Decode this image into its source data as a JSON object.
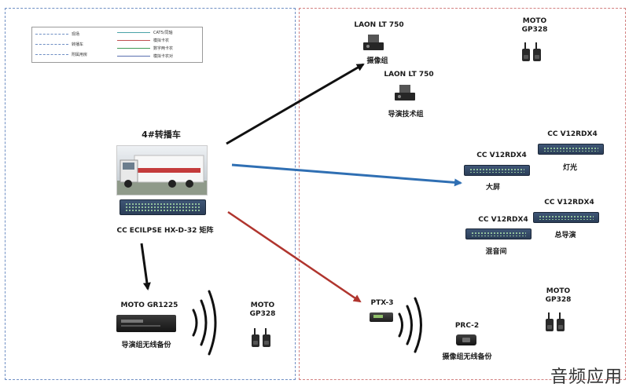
{
  "legend": {
    "items": [
      {
        "label": "现场",
        "color": "#6f8fc4",
        "style": "dashed"
      },
      {
        "label": "转播车",
        "color": "#6f8fc4",
        "style": "dashed"
      },
      {
        "label": "附属用房",
        "color": "#6f8fc4",
        "style": "dashed"
      },
      {
        "label": "CAT5/同轴",
        "color": "#4aa3a8",
        "style": "solid"
      },
      {
        "label": "模拟卡农",
        "color": "#c05050",
        "style": "solid"
      },
      {
        "label": "数字两卡农",
        "color": "#3f9a55",
        "style": "solid"
      },
      {
        "label": "模拟卡农对",
        "color": "#5a6fb0",
        "style": "solid"
      }
    ]
  },
  "ob_van": {
    "title": "4#转播车",
    "matrix_label": "CC ECILPSE HX-D-32  矩阵"
  },
  "moto_left": {
    "line1": "MOTO GR1225",
    "line2": "导演组无线备份"
  },
  "moto_left_handheld": {
    "line1": "MOTO",
    "line2": "GP328"
  },
  "laon_1": {
    "model": "LAON LT 750",
    "group": "摄像组"
  },
  "laon_2": {
    "model": "LAON LT 750",
    "group": "导演技术组"
  },
  "moto_right_top": {
    "line1": "MOTO",
    "line2": "GP328"
  },
  "moto_right_bottom": {
    "line1": "MOTO",
    "line2": "GP328"
  },
  "cc_lighting": {
    "model": "CC V12RDX4",
    "group": "灯光"
  },
  "cc_screen": {
    "model": "CC V12RDX4",
    "group": "大屏"
  },
  "cc_director": {
    "model": "CC V12RDX4",
    "group": "总导演"
  },
  "cc_mixing": {
    "model": "CC V12RDX4",
    "group": "混音间"
  },
  "ptx": {
    "model": "PTX-3"
  },
  "prc": {
    "model": "PRC-2",
    "group": "摄像组无线备份"
  },
  "arrows": {
    "black": "#111111",
    "blue": "#2f6fb3",
    "red": "#b0352e"
  },
  "watermark": "音频应用"
}
